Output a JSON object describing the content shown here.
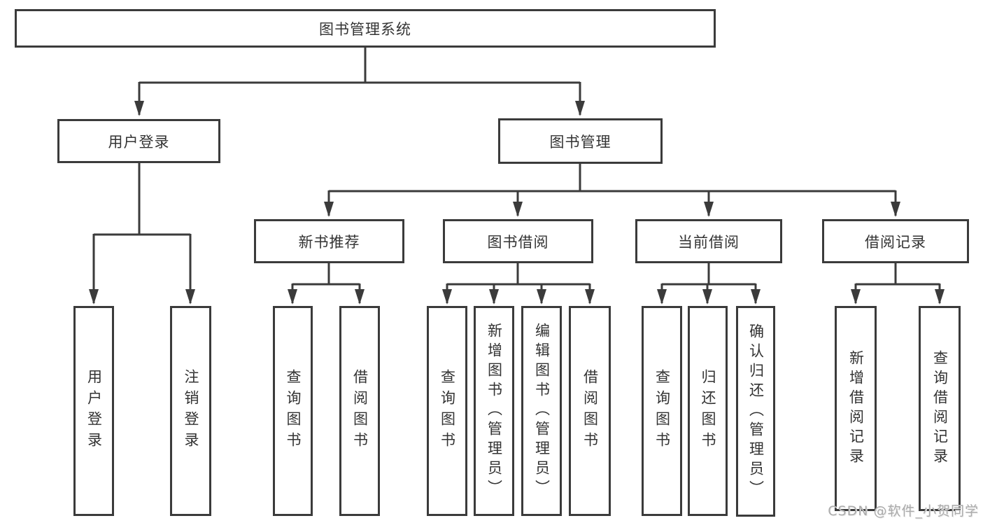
{
  "colors": {
    "line": "#3b3b3b",
    "box_background": "#ffffff",
    "text": "#333333",
    "watermark": "#ababab"
  },
  "nodes": {
    "root": "图书管理系统",
    "user_login": "用户登录",
    "book_management": "图书管理",
    "new_book_recommend": "新书推荐",
    "book_borrow": "图书借阅",
    "current_borrow": "当前借阅",
    "borrow_records": "借阅记录"
  },
  "leaves": {
    "user_login": [
      "用户登录",
      "注销登录"
    ],
    "new_book_recommend": [
      "查询图书",
      "借阅图书"
    ],
    "book_borrow": [
      "查询图书",
      "新增图书（管理员）",
      "编辑图书（管理员）",
      "借阅图书"
    ],
    "current_borrow": [
      "查询图书",
      "归还图书",
      "确认归还（管理员）"
    ],
    "borrow_records": [
      "新增借阅记录",
      "查询借阅记录"
    ]
  },
  "watermark": "CSDN @软件_小贺同学"
}
